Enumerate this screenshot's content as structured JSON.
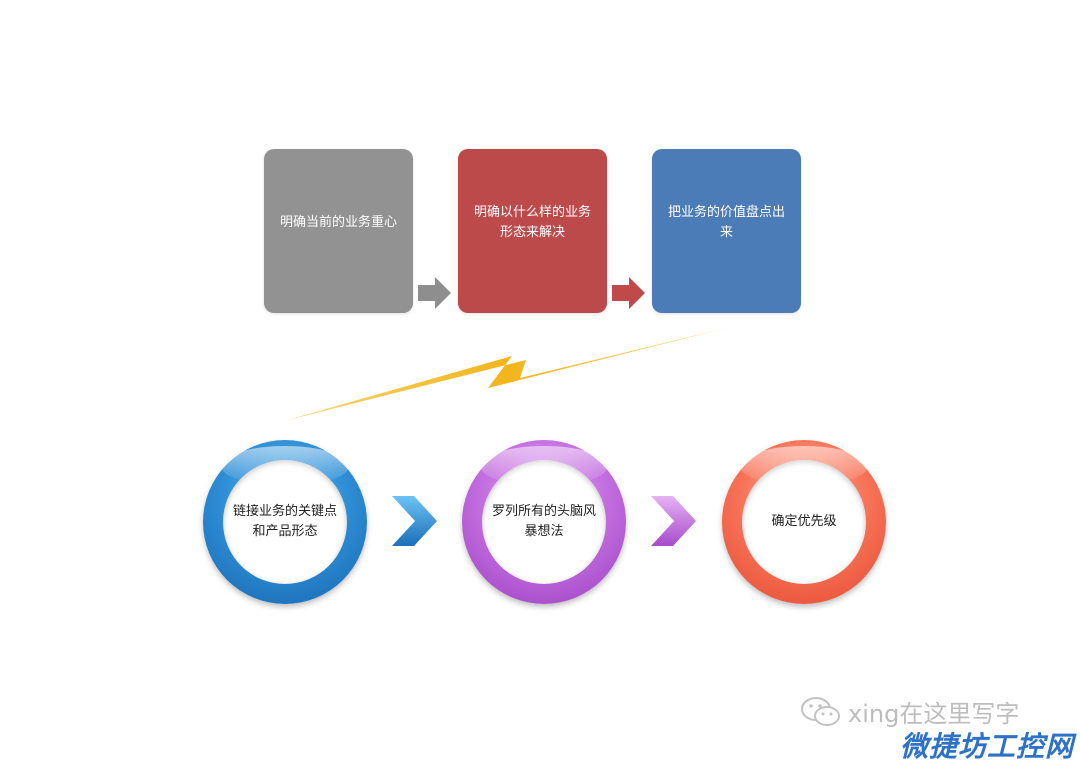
{
  "steps": [
    {
      "text": "明确当前的业务重心",
      "color": "#929292"
    },
    {
      "text": "明确以什么样的业务形态来解决",
      "color": "#bd4a4b"
    },
    {
      "text": "把业务的价值盘点出来",
      "color": "#4b7cb7"
    }
  ],
  "stages": [
    {
      "text": "链接业务的关键点和产品形态",
      "color": "#2f8fd6"
    },
    {
      "text": "罗列所有的头脑风暴想法",
      "color": "#c46fe0"
    },
    {
      "text": "确定优先级",
      "color": "#f87459"
    }
  ],
  "watermark": {
    "text": "xing在这里写字",
    "icon": "wechat-icon"
  },
  "site_logo": {
    "text": "微捷坊工控网"
  }
}
